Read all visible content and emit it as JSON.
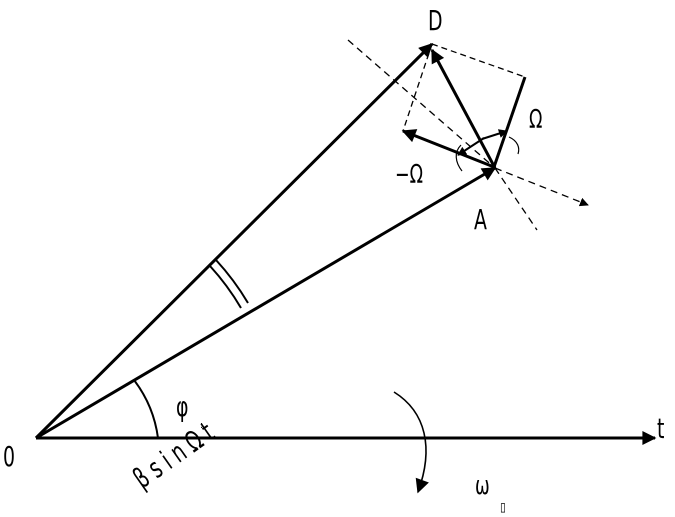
{
  "labels": {
    "origin": "0",
    "point_d": "D",
    "point_a": "A",
    "axis_t": "t",
    "omega_pos": "Ω",
    "omega_neg": "−Ω",
    "beta_expr": "β s i n Ω t",
    "phi": "φ",
    "phi_sub": ":",
    "omega0": "ω",
    "omega0_sub": "▯"
  },
  "colors": {
    "stroke": "#000000",
    "background": "#ffffff"
  }
}
